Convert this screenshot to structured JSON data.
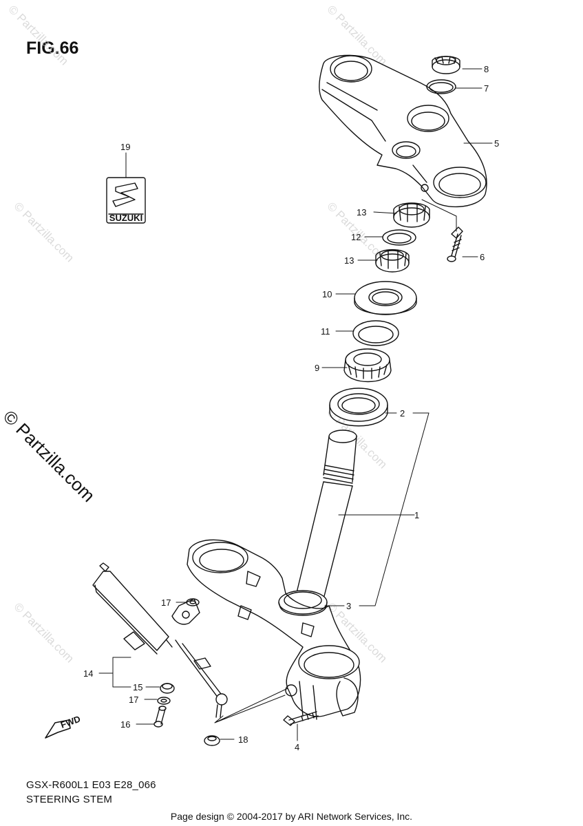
{
  "figure": {
    "title": "FIG.66",
    "model_code": "GSX-R600L1 E03 E28_066",
    "name": "STEERING STEM",
    "credits": "Page design © 2004-2017 by ARI Network Services, Inc."
  },
  "watermark": {
    "text": "© Partzilla.com",
    "large_text": "© Partzilla.com"
  },
  "emblem_text": "SUZUKI",
  "fwd_label": "FWD",
  "callouts": [
    "1",
    "2",
    "3",
    "4",
    "5",
    "6",
    "7",
    "8",
    "9",
    "10",
    "11",
    "12",
    "13",
    "13",
    "14",
    "15",
    "16",
    "17",
    "17",
    "18",
    "19"
  ]
}
